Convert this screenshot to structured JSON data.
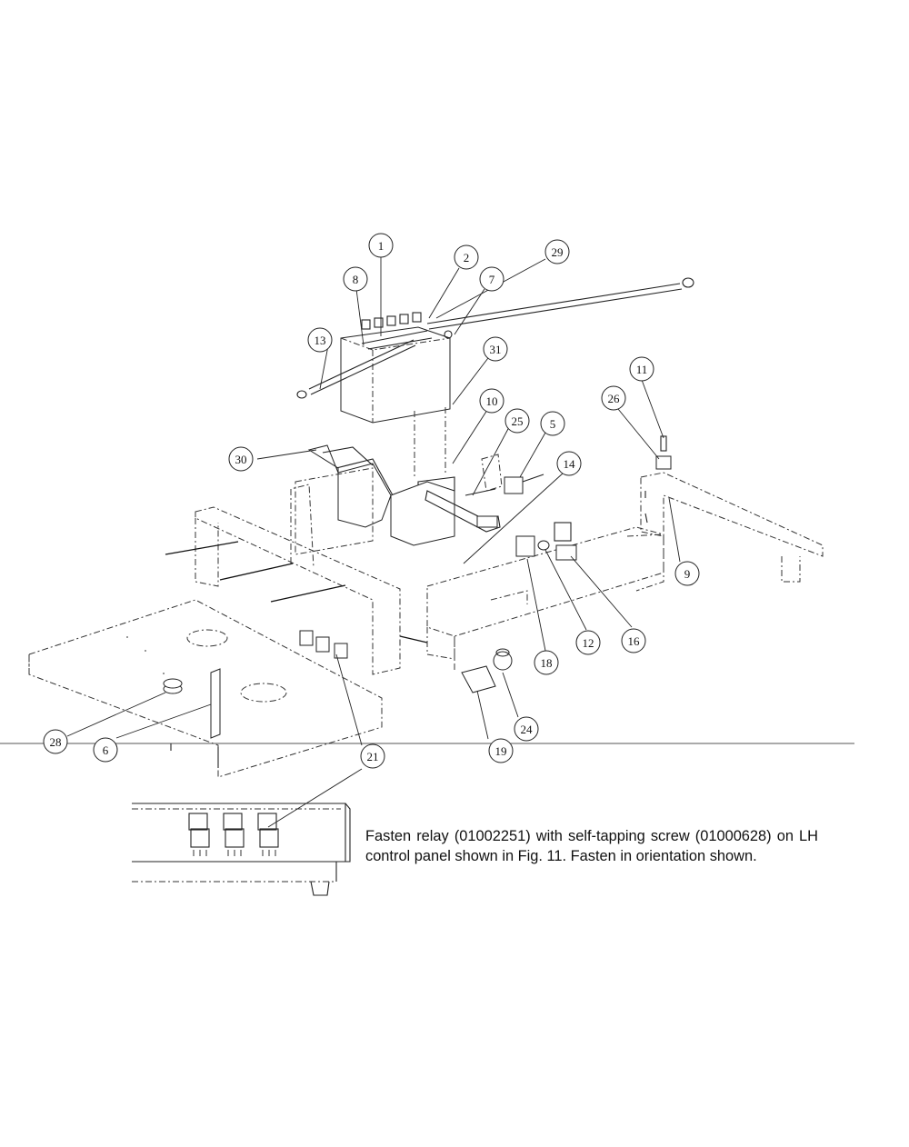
{
  "note": "Fasten relay (01002251) with self-tapping screw (01000628) on LH control panel shown in Fig. 11. Fasten in orientation shown.",
  "callouts": {
    "c1": "1",
    "c2": "2",
    "c5": "5",
    "c6": "6",
    "c7": "7",
    "c8": "8",
    "c9": "9",
    "c10": "10",
    "c11": "11",
    "c12": "12",
    "c13": "13",
    "c14": "14",
    "c16": "16",
    "c18": "18",
    "c19": "19",
    "c21": "21",
    "c24": "24",
    "c25": "25",
    "c26": "26",
    "c28": "28",
    "c29": "29",
    "c30": "30",
    "c31": "31"
  }
}
